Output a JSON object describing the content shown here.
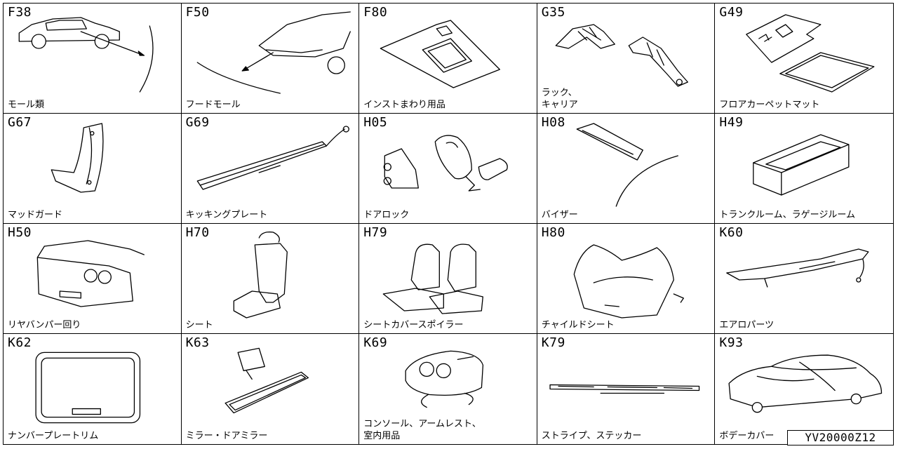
{
  "cells": [
    {
      "code": "F38",
      "label": "モール類"
    },
    {
      "code": "F50",
      "label": "フードモール"
    },
    {
      "code": "F80",
      "label": "インストまわり用品"
    },
    {
      "code": "G35",
      "label": "ラック、\nキャリア"
    },
    {
      "code": "G49",
      "label": "フロアカーペットマット"
    },
    {
      "code": "G67",
      "label": "マッドガード"
    },
    {
      "code": "G69",
      "label": "キッキングプレート"
    },
    {
      "code": "H05",
      "label": "ドアロック"
    },
    {
      "code": "H08",
      "label": "バイザー"
    },
    {
      "code": "H49",
      "label": "トランクルーム、ラゲージルーム"
    },
    {
      "code": "H50",
      "label": "リヤバンパー回り"
    },
    {
      "code": "H70",
      "label": "シート"
    },
    {
      "code": "H79",
      "label": "シートカバースポイラー"
    },
    {
      "code": "H80",
      "label": "チャイルドシート"
    },
    {
      "code": "K60",
      "label": "エアロパーツ"
    },
    {
      "code": "K62",
      "label": "ナンバープレートリム"
    },
    {
      "code": "K63",
      "label": "ミラー・ドアミラー"
    },
    {
      "code": "K69",
      "label": "コンソール、アームレスト、\n室内用品"
    },
    {
      "code": "K79",
      "label": "ストライプ、ステッカー"
    },
    {
      "code": "K93",
      "label": "ボデーカバー"
    }
  ],
  "reference_code": "YV20000Z12"
}
